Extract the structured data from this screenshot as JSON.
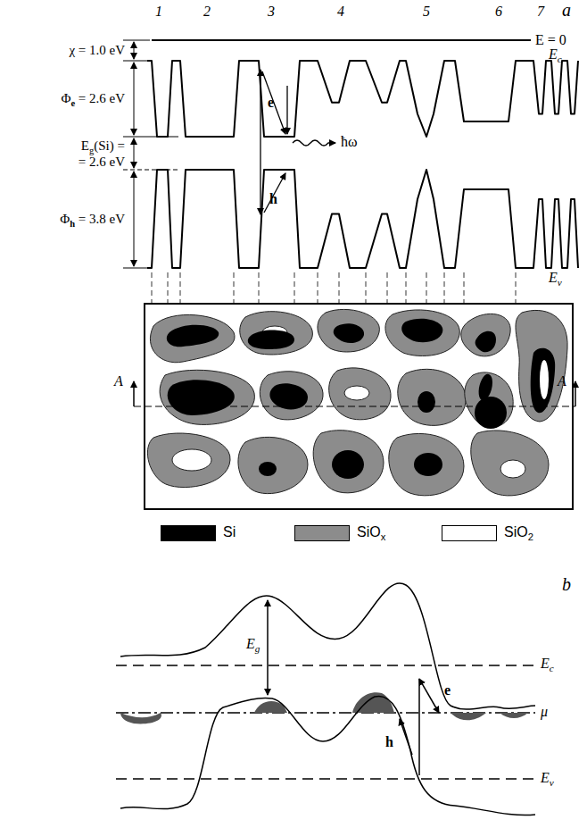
{
  "diagram": {
    "labels": [
      "a",
      "1",
      "2",
      "3",
      "4",
      "5",
      "6",
      "7",
      "E = 0",
      "χ = 1.0 eV",
      "Φe = 2.6 eV",
      "Eg(Si) =",
      "= 2.6 eV",
      "Φh = 3.8 eV",
      "Ec",
      "Ev",
      "e",
      "h",
      "ħω",
      "A",
      "A",
      "b",
      "Eg",
      "Ec",
      "μ",
      "Ev",
      "e",
      "h"
    ],
    "legend": [
      {
        "text": "Si",
        "color": "#000000"
      },
      {
        "text": "SiOx",
        "color": "#8c8c8c"
      },
      {
        "text": "SiO2",
        "color": "#ffffff"
      }
    ]
  }
}
